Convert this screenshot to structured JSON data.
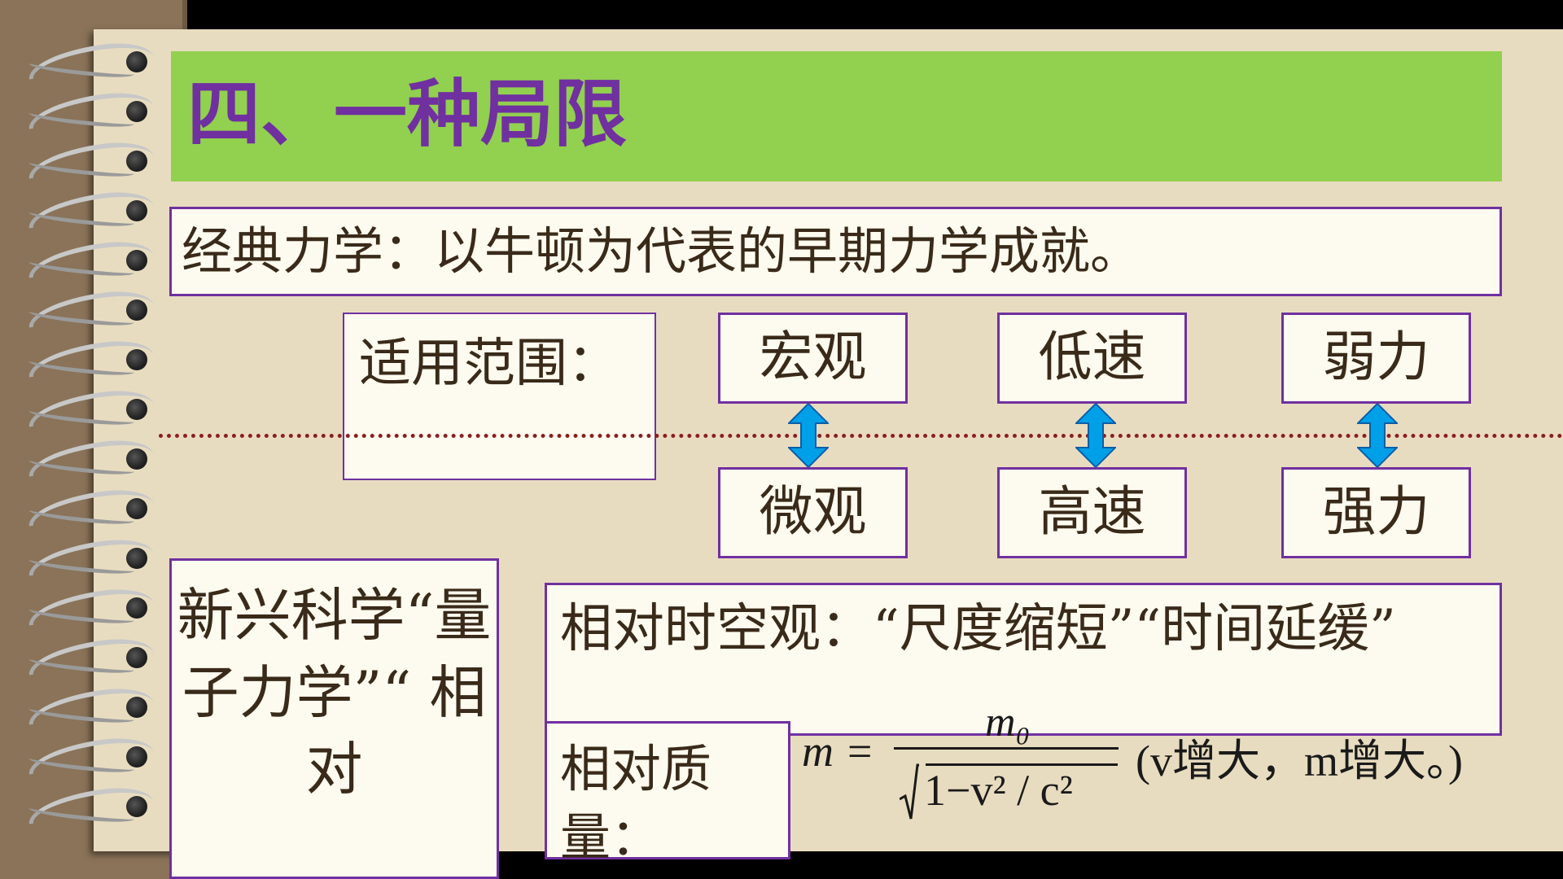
{
  "title": "四、一种局限",
  "definition": "经典力学：以牛顿为代表的早期力学成就。",
  "scope_label": "适用范围：",
  "terms": {
    "macro": "宏观",
    "micro": "微观",
    "low_speed": "低速",
    "high_speed": "高速",
    "weak_force": "弱力",
    "strong_force": "强力"
  },
  "new_science": "新兴科学“量子力学”“ 相对",
  "relativity": "相对时空观：“尺度缩短”“时间延缓”",
  "relative_mass_label": "相对质量：",
  "formula": {
    "lhs": "m =",
    "numerator": "m₀",
    "denominator": "1−v² / c²",
    "note": "(v增大，m增大。)"
  },
  "colors": {
    "title_bg": "#92d050",
    "title_text": "#7030a0",
    "box_border": "#7030a0",
    "arrow": "#00a0e9",
    "dotted_line": "#8b1f1f"
  }
}
